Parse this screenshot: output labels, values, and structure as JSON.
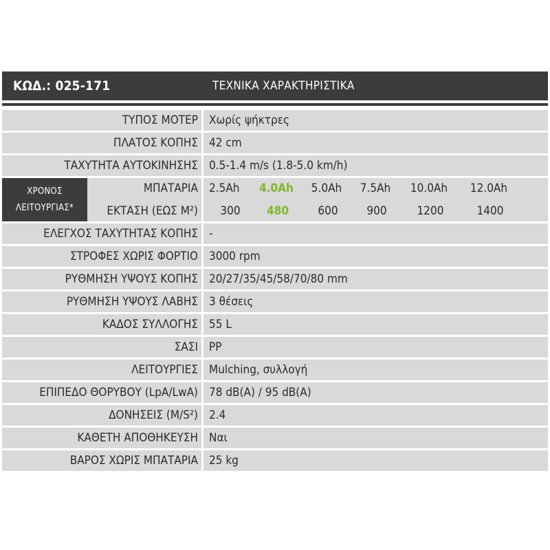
{
  "header": {
    "code": "ΚΩΔ.: 025-171",
    "title": "ΤΕΧΝΙΚΑ ΧΑΡΑΚΤΗΡΙΣΤΙΚΑ"
  },
  "specs_top": [
    {
      "label": "ΤΥΠΟΣ ΜΟΤΕΡ",
      "value": "Χωρίς ψήκτρες"
    },
    {
      "label": "ΠΛΑΤΟΣ ΚΟΠΗΣ",
      "value": "42 cm"
    },
    {
      "label": "ΤΑΧΥΤΗΤΑ ΑΥΤΟΚΙΝΗΣΗΣ",
      "value": "0.5-1.4 m/s (1.8-5.0 km/h)"
    }
  ],
  "runtime": {
    "group_label_line1": "ΧΡΟΝΟΣ",
    "group_label_line2": "ΛΕΙΤΟΥΡΓΙΑΣ*",
    "battery_label": "ΜΠΑΤΑΡΙΑ",
    "area_label": "ΕΚΤΑΣΗ (ΕΩΣ Μ²)",
    "highlight_color": "#7fb72b",
    "highlight_index": 1,
    "batteries": [
      "2.5Ah",
      "4.0Ah",
      "5.0Ah",
      "7.5Ah",
      "10.0Ah",
      "12.0Ah"
    ],
    "areas": [
      "300",
      "480",
      "600",
      "900",
      "1200",
      "1400"
    ]
  },
  "specs_bottom": [
    {
      "label": "ΕΛΕΓΧΟΣ ΤΑΧΥΤΗΤΑΣ ΚΟΠΗΣ",
      "value": "-"
    },
    {
      "label": "ΣΤΡΟΦΕΣ ΧΩΡΙΣ ΦΟΡΤΙΟ",
      "value": "3000 rpm"
    },
    {
      "label": "ΡΥΘΜΗΣΗ ΥΨΟΥΣ ΚΟΠΗΣ",
      "value": "20/27/35/45/58/70/80 mm"
    },
    {
      "label": "ΡΥΘΜΗΣΗ ΥΨΟΥΣ ΛΑΒΗΣ",
      "value": "3 θέσεις"
    },
    {
      "label": "ΚΑΔΟΣ ΣΥΛΛΟΓΗΣ",
      "value": "55 L"
    },
    {
      "label": "ΣΑΣΙ",
      "value": "PP"
    },
    {
      "label": "ΛΕΙΤΟΥΡΓΙΕΣ",
      "value": "Mulching, συλλογή"
    },
    {
      "label": "ΕΠΙΠΕΔΟ ΘΟΡΥΒΟΥ (LpA/LwA)",
      "value": "78 dB(A) / 95 dB(A)"
    },
    {
      "label": "ΔΟΝΗΣΕΙΣ (M/S²)",
      "value": "2.4"
    },
    {
      "label": "ΚΑΘΕΤΗ ΑΠΟΘΗΚΕΥΣΗ",
      "value": "Ναι"
    },
    {
      "label": "ΒΑΡΟΣ ΧΩΡΙΣ ΜΠΑΤΑΡΙΑ",
      "value": "25 kg"
    }
  ],
  "colors": {
    "header_bg": "#3c3c3c",
    "row_bg": "#d9d9d9",
    "text": "#2b2b2b"
  }
}
